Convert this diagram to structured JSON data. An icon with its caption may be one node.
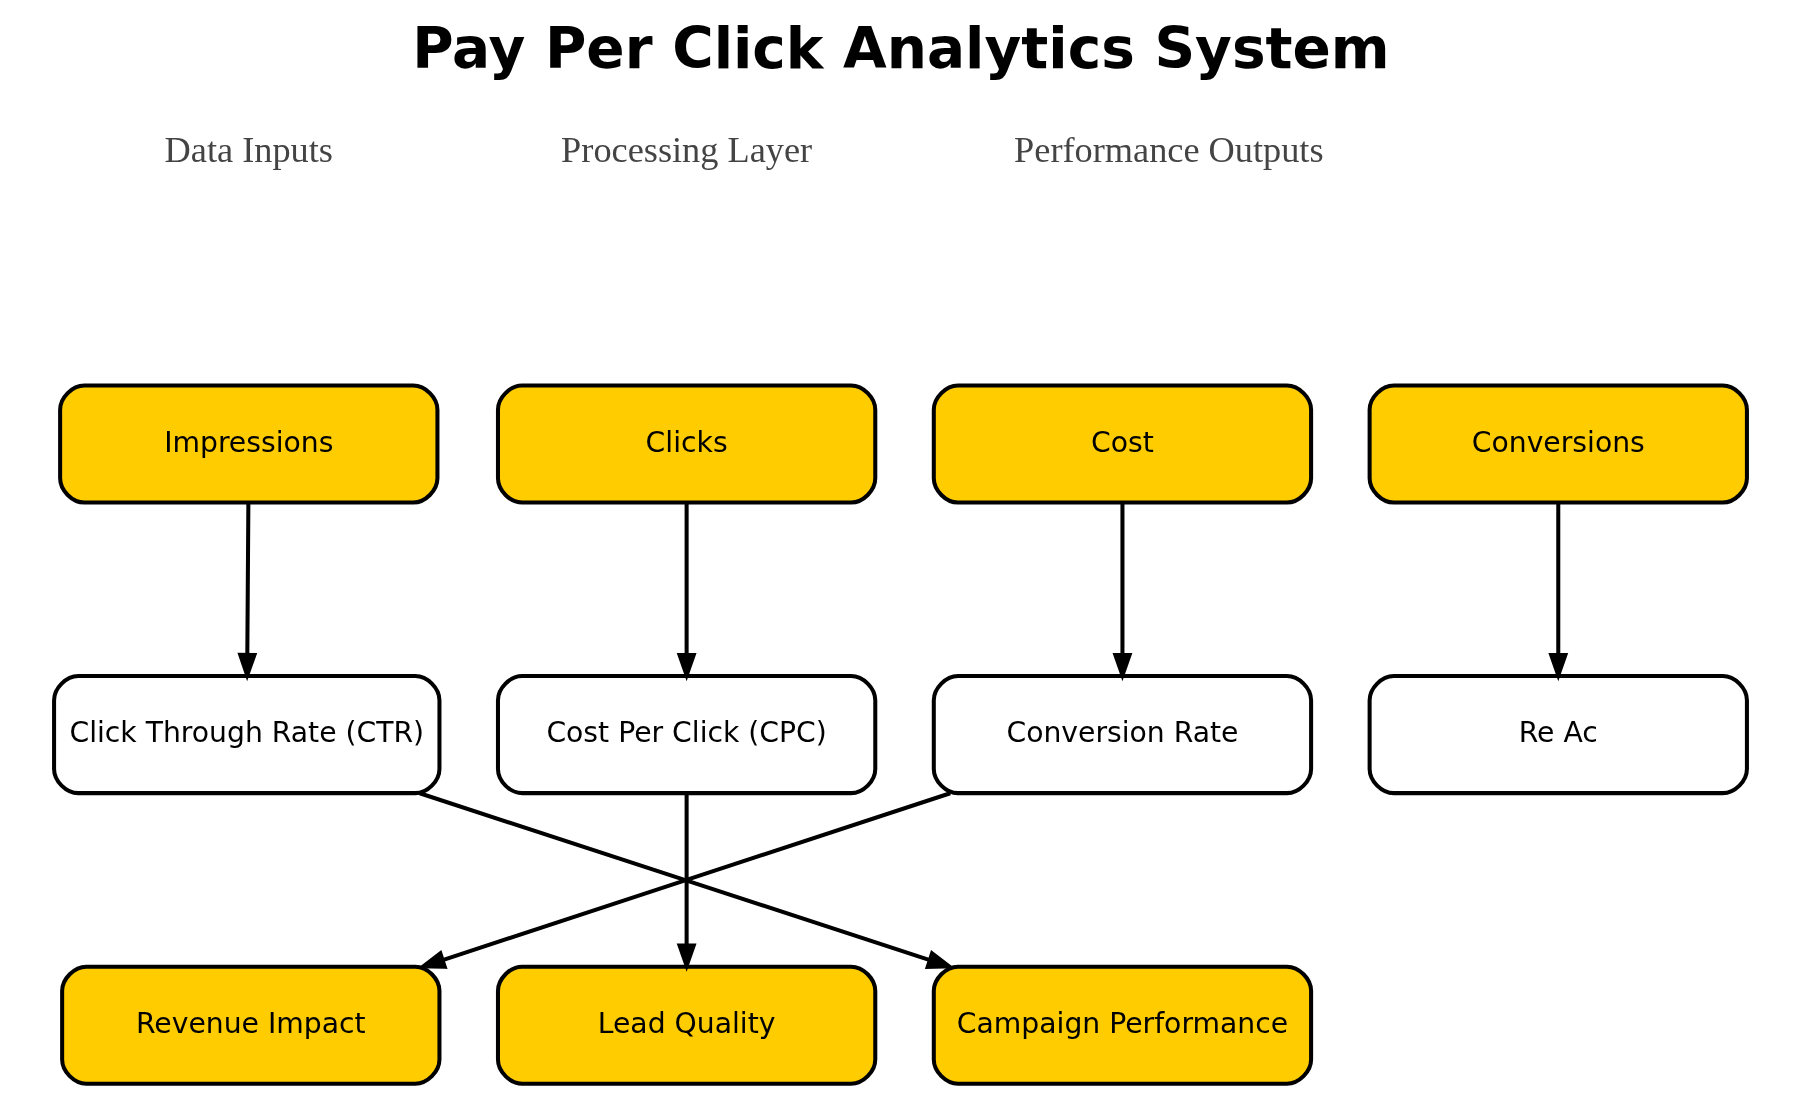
{
  "diagram": {
    "title": "Pay Per Click Analytics System",
    "nodes": [
      {
        "text": [
          "Impressions"
        ]
      },
      {
        "text": [
          "Clicks"
        ]
      },
      {
        "text": [
          "Cost"
        ]
      },
      {
        "text": [
          "Conversions"
        ]
      },
      {
        "text": [
          "Click Through Rate (CTR)"
        ]
      },
      {
        "text": [
          "Cost Per Click (CPC)"
        ]
      },
      {
        "text": [
          "Conversion Rate"
        ]
      },
      {
        "text": [
          "Re Ac"
        ]
      },
      {
        "text": [
          "Revenue Impact"
        ]
      },
      {
        "text": [
          "Lead Quality"
        ]
      },
      {
        "text": [
          "Campaign Performance"
        ]
      }
    ],
    "edges": [
      {
        "from": 0,
        "to": 4,
        "arrow": "to"
      },
      {
        "from": 1,
        "to": 5,
        "arrow": "to"
      },
      {
        "from": 2,
        "to": 6,
        "arrow": "to"
      },
      {
        "from": 3,
        "to": 7,
        "arrow": "to"
      },
      {
        "from": 4,
        "to": 10,
        "arrow": "to"
      },
      {
        "from": 5,
        "to": 9,
        "arrow": "to"
      },
      {
        "from": 6,
        "to": 8,
        "arrow": "to"
      }
    ],
    "labels": [
      "Data Inputs",
      "Processing Layer",
      "Performance Outputs"
    ]
  }
}
